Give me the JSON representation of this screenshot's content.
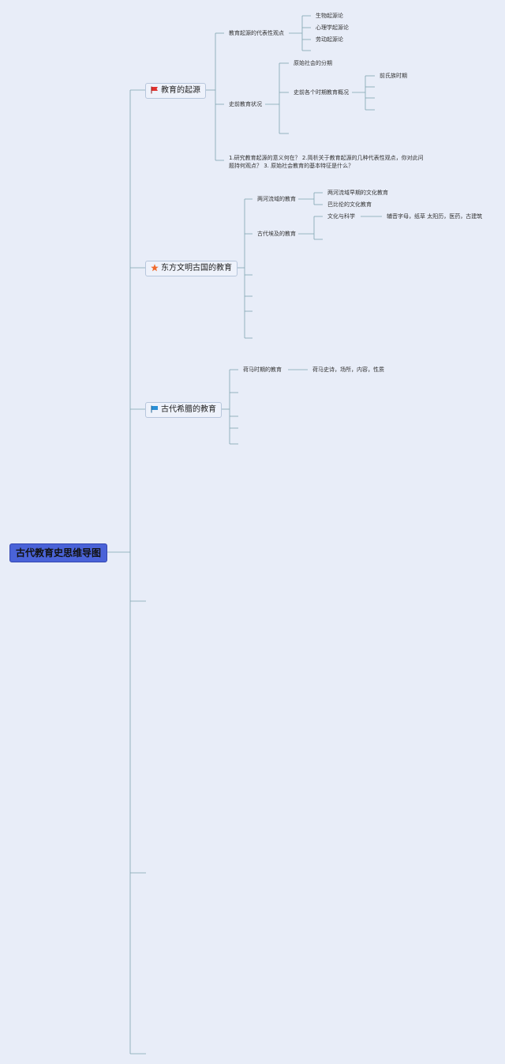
{
  "root": {
    "title": "古代教育史思维导图"
  },
  "colors": {
    "root_bg": "#4a63d8",
    "line": "#7fa4b0",
    "canvas": "#e8edf8",
    "flag_red": "#e0322f",
    "star_orange": "#f06a2c",
    "flag_blue": "#2a8fd6"
  },
  "topics": [
    {
      "title": "教育的起源",
      "icon": "red-flag-icon",
      "children": [
        {
          "label": "教育起源的代表性观点",
          "children": [
            "生物起源论",
            "心理学起源论",
            "劳动起源论",
            ""
          ]
        },
        {
          "label": "史前教育状况",
          "children": [
            {
              "label": "原始社会的分期"
            },
            {
              "label": "史前各个时期教育概况",
              "children": [
                "前氏族时期",
                "",
                "",
                ""
              ]
            },
            {
              "label": ""
            }
          ]
        },
        {
          "label": "1.研究教育起源的意义何在？ 2.简析关于教育起源的几种代表性观点，你对此问题持何观点？ 3. 原始社会教育的基本特征是什么？"
        }
      ]
    },
    {
      "title": "东方文明古国的教育",
      "icon": "orange-star-icon",
      "children": [
        {
          "label": "两河流域的教育",
          "children": [
            "两河流域早期的文化教育",
            "巴比伦的文化教育"
          ]
        },
        {
          "label": "古代埃及的教育",
          "children": [
            {
              "label": "文化与科学",
              "children": [
                "辅音字母，纸草 太阳历，医药，古建筑"
              ]
            },
            {
              "label": ""
            }
          ]
        },
        {
          "label": ""
        },
        {
          "label": ""
        },
        {
          "label": ""
        },
        {
          "label": ""
        }
      ]
    },
    {
      "title": "古代希腊的教育",
      "icon": "blue-flag-icon",
      "children": [
        {
          "label": "荷马时期的教育",
          "children": [
            "荷马史诗，场所，内容，性质"
          ]
        },
        {
          "label": ""
        },
        {
          "label": ""
        },
        {
          "label": ""
        },
        {
          "label": ""
        }
      ]
    }
  ]
}
